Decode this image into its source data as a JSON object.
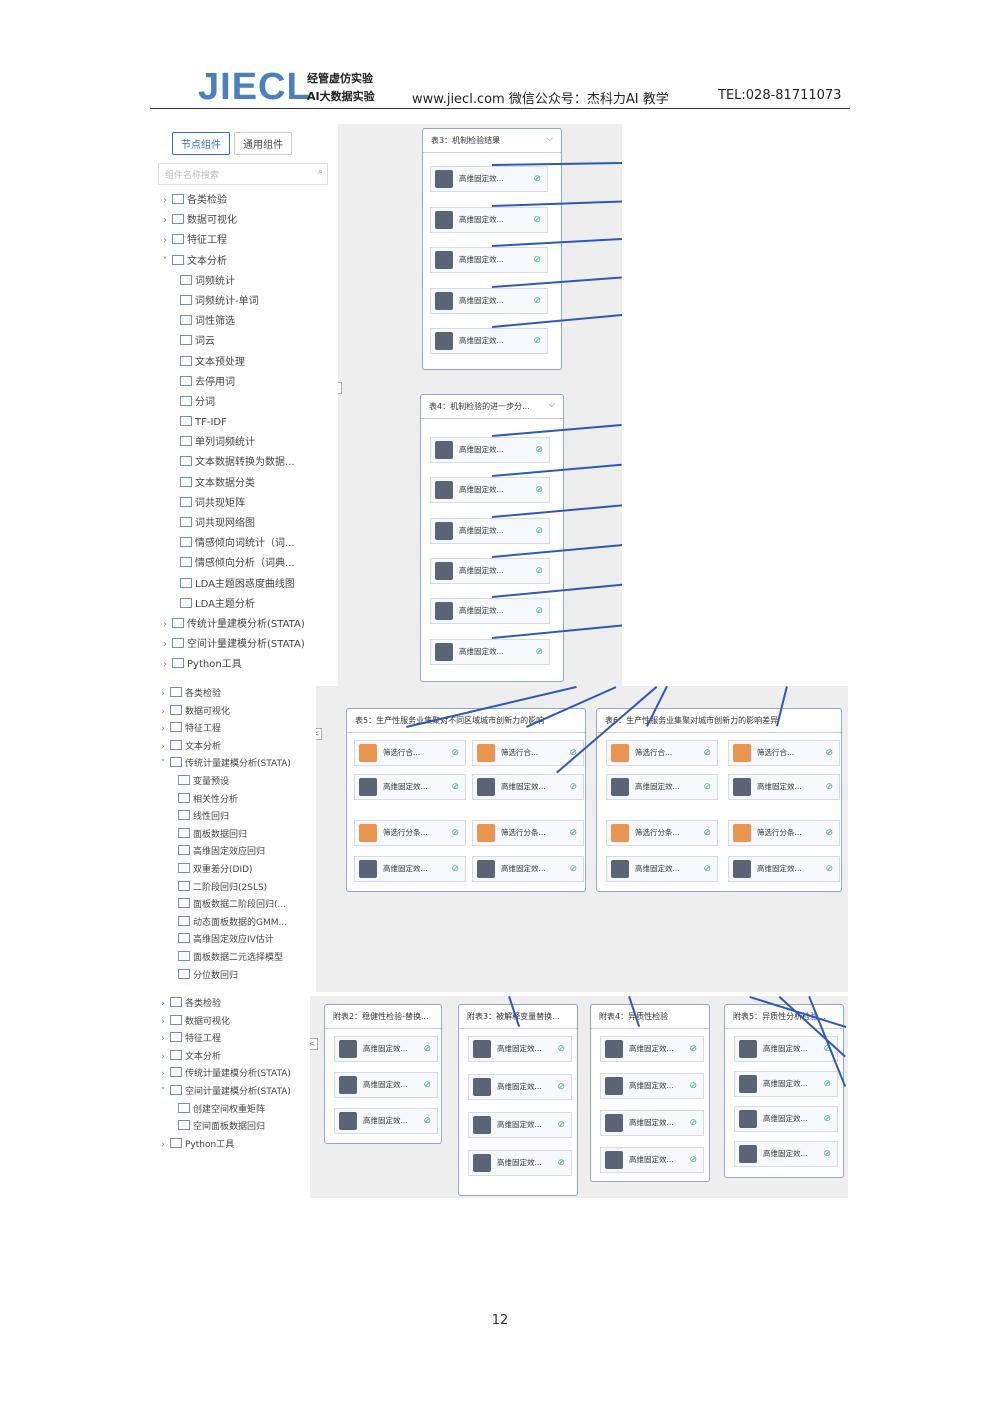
{
  "header": {
    "logo": "JIECL",
    "sub1": "经管虚仿实验",
    "sub2": "AI大数据实验",
    "site": "www.jiecl.com  微信公众号：杰科力AI 教学",
    "tel": "TEL:028-81711073"
  },
  "panel1": {
    "tab1": "节点组件",
    "tab2": "通用组件",
    "search_placeholder": "组件名称搜索",
    "items": [
      {
        "label": "各类检验",
        "arrow": "›",
        "level": 1
      },
      {
        "label": "数据可视化",
        "arrow": "›",
        "level": 1
      },
      {
        "label": "特征工程",
        "arrow": "›",
        "level": 1
      },
      {
        "label": "文本分析",
        "arrow": "˅",
        "level": 1
      },
      {
        "label": "词频统计",
        "level": 2
      },
      {
        "label": "词频统计-单词",
        "level": 2
      },
      {
        "label": "词性筛选",
        "level": 2
      },
      {
        "label": "词云",
        "level": 2
      },
      {
        "label": "文本预处理",
        "level": 2
      },
      {
        "label": "去停用词",
        "level": 2
      },
      {
        "label": "分词",
        "level": 2
      },
      {
        "label": "TF-IDF",
        "level": 2
      },
      {
        "label": "单列词频统计",
        "level": 2
      },
      {
        "label": "文本数据转换为数据...",
        "level": 2
      },
      {
        "label": "文本数据分类",
        "level": 2
      },
      {
        "label": "词共现矩阵",
        "level": 2
      },
      {
        "label": "词共现网络图",
        "level": 2
      },
      {
        "label": "情感倾向词统计（词...",
        "level": 2
      },
      {
        "label": "情感倾向分析（词典...",
        "level": 2
      },
      {
        "label": "LDA主题困惑度曲线图",
        "level": 2
      },
      {
        "label": "LDA主题分析",
        "level": 2
      },
      {
        "label": "传统计量建模分析(STATA)",
        "arrow": "›",
        "level": 1
      },
      {
        "label": "空间计量建模分析(STATA)",
        "arrow": "›",
        "level": 1
      },
      {
        "label": "Python工具",
        "arrow": "›",
        "level": 1
      }
    ]
  },
  "panel2": {
    "items": [
      {
        "label": "各类检验",
        "arrow": "›",
        "level": 1
      },
      {
        "label": "数据可视化",
        "arrow": "›",
        "level": 1
      },
      {
        "label": "特征工程",
        "arrow": "›",
        "level": 1
      },
      {
        "label": "文本分析",
        "arrow": "›",
        "level": 1
      },
      {
        "label": "传统计量建模分析(STATA)",
        "arrow": "˅",
        "level": 1
      },
      {
        "label": "变量预设",
        "level": 2
      },
      {
        "label": "相关性分析",
        "level": 2
      },
      {
        "label": "线性回归",
        "level": 2
      },
      {
        "label": "面板数据回归",
        "level": 2
      },
      {
        "label": "高维固定效应回归",
        "level": 2
      },
      {
        "label": "双重差分(DID)",
        "level": 2
      },
      {
        "label": "二阶段回归(2SLS)",
        "level": 2
      },
      {
        "label": "面板数据二阶段回归(...",
        "level": 2
      },
      {
        "label": "动态面板数据的GMM...",
        "level": 2
      },
      {
        "label": "高维固定效应IV估计",
        "level": 2
      },
      {
        "label": "面板数据二元选择模型",
        "level": 2
      },
      {
        "label": "分位数回归",
        "level": 2
      }
    ]
  },
  "panel3": {
    "items": [
      {
        "label": "各类检验",
        "arrow": "›",
        "level": 1
      },
      {
        "label": "数据可视化",
        "arrow": "›",
        "level": 1
      },
      {
        "label": "特征工程",
        "arrow": "›",
        "level": 1
      },
      {
        "label": "文本分析",
        "arrow": "›",
        "level": 1
      },
      {
        "label": "传统计量建模分析(STATA)",
        "arrow": "›",
        "level": 1
      },
      {
        "label": "空间计量建模分析(STATA)",
        "arrow": "˅",
        "level": 1
      },
      {
        "label": "创建空间权重矩阵",
        "level": 2
      },
      {
        "label": "空间面板数据回归",
        "level": 2
      },
      {
        "label": "Python工具",
        "arrow": "›",
        "level": 1
      }
    ]
  },
  "groups": {
    "t3": "表3：机制检验结果",
    "t4": "表4：机制检验的进一步分...",
    "t5": "表5：生产性服务业集聚对不同区域城市创新力的影响",
    "t6": "表6：生产性服务业集聚对城市创新力的影响差异",
    "a2": "附表2：稳健性检验-替换...",
    "a3": "附表3：被解释变量替换...",
    "a4": "附表4：异质性检验",
    "a5": "附表5：异质性分析检验..."
  },
  "nodes": {
    "hd": "高维固定效...",
    "screen": "筛选行合...",
    "split": "筛选行分条..."
  },
  "collapse": "<",
  "page_number": "12"
}
